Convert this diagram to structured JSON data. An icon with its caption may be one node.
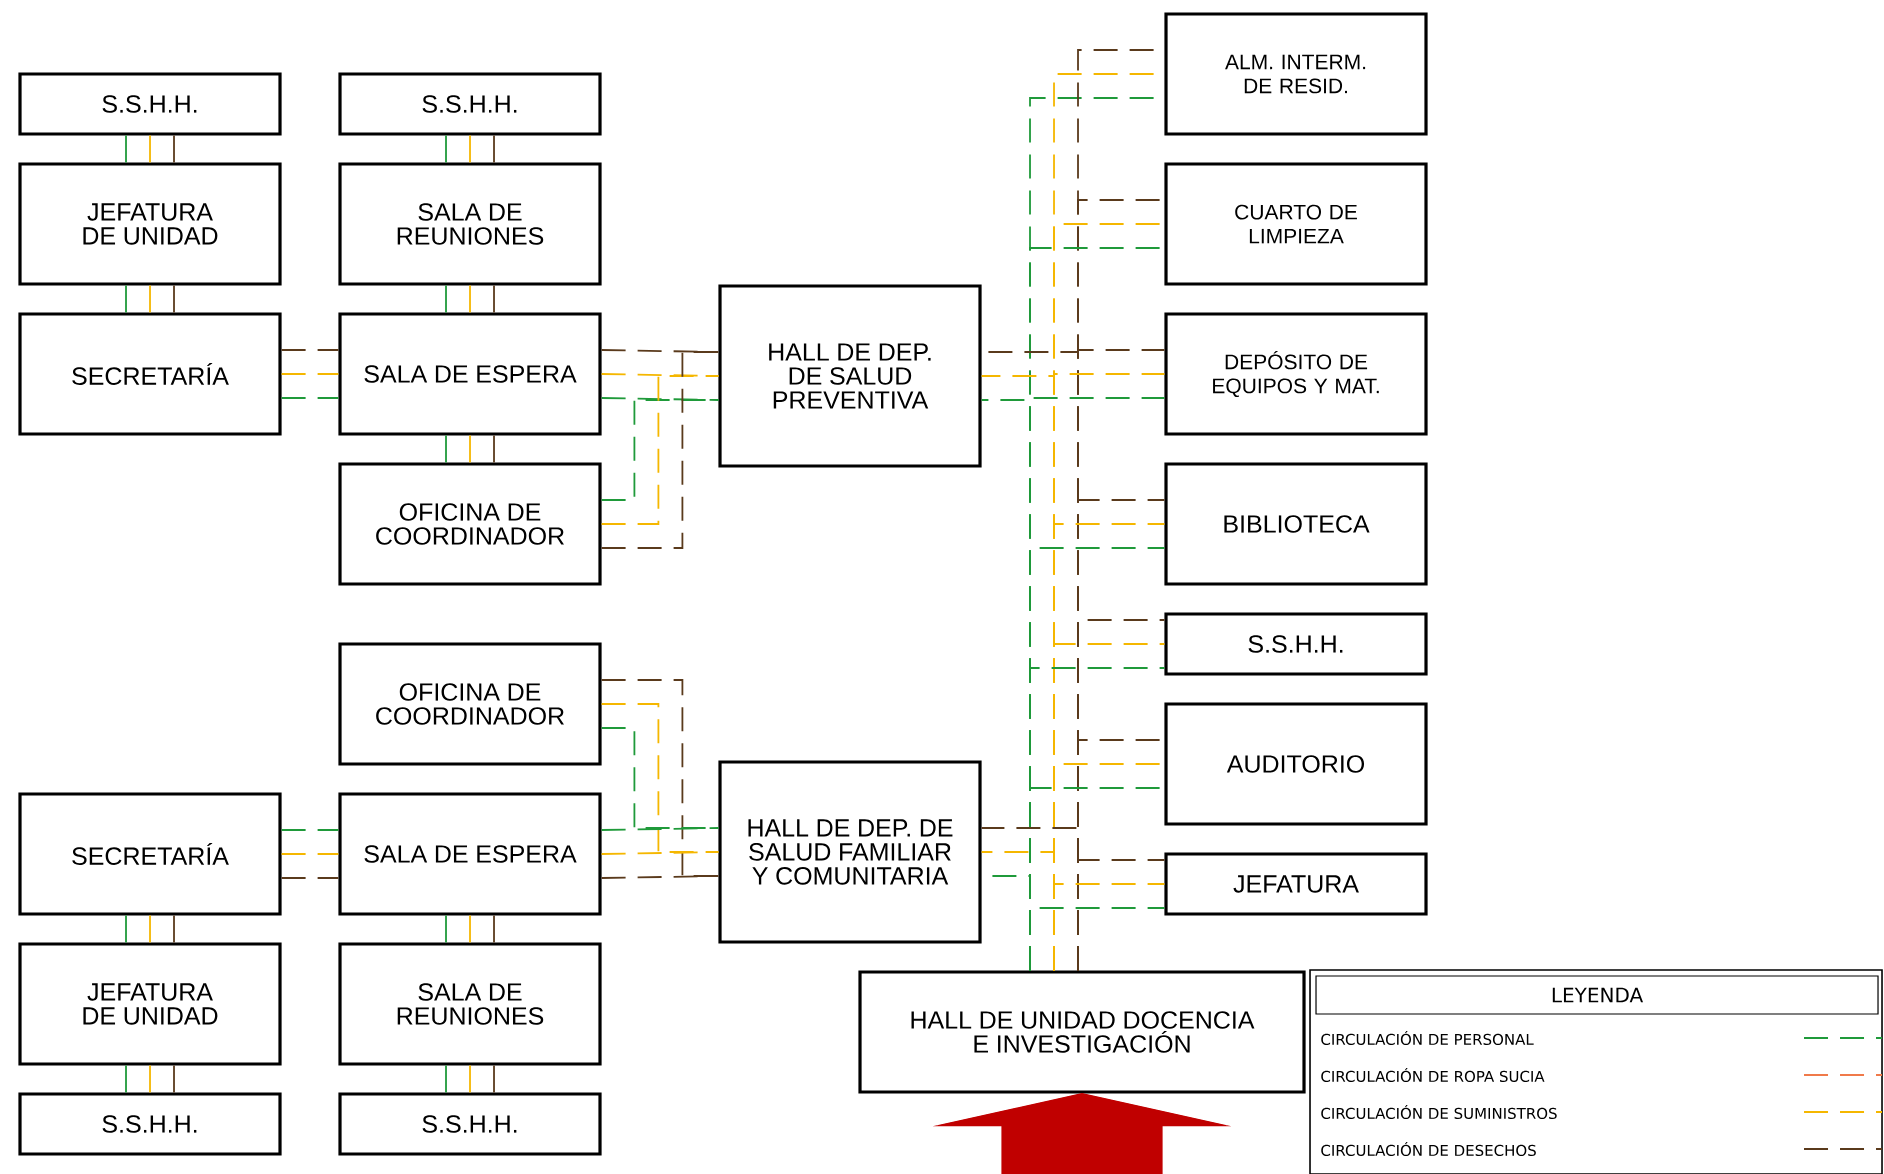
{
  "diagram": {
    "nodes": [
      {
        "text": [
          "S.S.H.H."
        ]
      },
      {
        "text": [
          "S.S.H.H."
        ]
      },
      {
        "text": [
          "JEFATURA DE UNIDAD"
        ]
      },
      {
        "text": [
          "SALA DE REUNIONES"
        ]
      },
      {
        "text": [
          "SECRETARÍA"
        ]
      },
      {
        "text": [
          "SALA DE ESPERA"
        ]
      },
      {
        "text": [
          "OFICINA DE COORDINADOR"
        ]
      },
      {
        "text": [
          "HALL DE DEP. DE SALUD PREVENTIVA"
        ]
      },
      {
        "text": [
          "ALM. INTERM. DE RESID."
        ]
      },
      {
        "text": [
          "CUARTO DE LIMPIEZA"
        ]
      },
      {
        "text": [
          "DEPÓSITO DE EQUIPOS Y MAT."
        ]
      },
      {
        "text": [
          "BIBLIOTECA"
        ]
      },
      {
        "text": [
          "S.S.H.H."
        ]
      },
      {
        "text": [
          "AUDITORIO"
        ]
      },
      {
        "text": [
          "JEFATURA"
        ]
      },
      {
        "text": [
          "OFICINA DE COORDINADOR"
        ]
      },
      {
        "text": [
          "HALL DE DEP. DE SALUD FAMILIAR Y COMUNITARIA"
        ]
      },
      {
        "text": [
          "SECRETARÍA"
        ]
      },
      {
        "text": [
          "SALA DE ESPERA"
        ]
      },
      {
        "text": [
          "JEFATURA DE UNIDAD"
        ]
      },
      {
        "text": [
          "SALA DE REUNIONES"
        ]
      },
      {
        "text": [
          "S.S.H.H."
        ]
      },
      {
        "text": [
          "S.S.H.H."
        ]
      },
      {
        "text": [
          "HALL DE UNIDAD DOCENCIA E INVESTIGACIÓN"
        ]
      }
    ],
    "edges": [
      {
        "from": 0,
        "to": 2,
        "arrow": "none",
        "color": "#1f9a3a"
      },
      {
        "from": 0,
        "to": 2,
        "arrow": "none",
        "color": "#f5b700"
      },
      {
        "from": 0,
        "to": 2,
        "arrow": "none",
        "color": "#5a3a1c"
      },
      {
        "from": 2,
        "to": 4,
        "arrow": "none",
        "color": "#1f9a3a"
      },
      {
        "from": 2,
        "to": 4,
        "arrow": "none",
        "color": "#f5b700"
      },
      {
        "from": 2,
        "to": 4,
        "arrow": "none",
        "color": "#5a3a1c"
      },
      {
        "from": 1,
        "to": 3,
        "arrow": "none",
        "color": "#1f9a3a"
      },
      {
        "from": 1,
        "to": 3,
        "arrow": "none",
        "color": "#f5b700"
      },
      {
        "from": 1,
        "to": 3,
        "arrow": "none",
        "color": "#5a3a1c"
      },
      {
        "from": 3,
        "to": 5,
        "arrow": "none",
        "color": "#1f9a3a"
      },
      {
        "from": 3,
        "to": 5,
        "arrow": "none",
        "color": "#f5b700"
      },
      {
        "from": 3,
        "to": 5,
        "arrow": "none",
        "color": "#5a3a1c"
      },
      {
        "from": 5,
        "to": 6,
        "arrow": "none",
        "color": "#1f9a3a"
      },
      {
        "from": 5,
        "to": 6,
        "arrow": "none",
        "color": "#f5b700"
      },
      {
        "from": 5,
        "to": 6,
        "arrow": "none",
        "color": "#5a3a1c"
      },
      {
        "from": 4,
        "to": 5,
        "arrow": "none",
        "style": "dashed",
        "color": "#5a3a1c"
      },
      {
        "from": 4,
        "to": 5,
        "arrow": "none",
        "style": "dashed",
        "color": "#f5b700"
      },
      {
        "from": 4,
        "to": 5,
        "arrow": "none",
        "style": "dashed",
        "color": "#1f9a3a"
      },
      {
        "from": 5,
        "to": 7,
        "arrow": "none",
        "style": "dashed",
        "color": "#5a3a1c"
      },
      {
        "from": 5,
        "to": 7,
        "arrow": "none",
        "style": "dashed",
        "color": "#f5b700"
      },
      {
        "from": 5,
        "to": 7,
        "arrow": "none",
        "style": "dashed",
        "color": "#1f9a3a"
      },
      {
        "from": 6,
        "to": 7,
        "arrow": "none",
        "style": "dashed",
        "color": "#1f9a3a"
      },
      {
        "from": 6,
        "to": 7,
        "arrow": "none",
        "style": "dashed",
        "color": "#f5b700"
      },
      {
        "from": 6,
        "to": 7,
        "arrow": "none",
        "style": "dashed",
        "color": "#5a3a1c"
      },
      {
        "from": 23,
        "to": 8,
        "arrow": "none",
        "style": "dashed",
        "color": "#1f9a3a"
      },
      {
        "from": 23,
        "to": 8,
        "arrow": "none",
        "style": "dashed",
        "color": "#f5b700"
      },
      {
        "from": 23,
        "to": 8,
        "arrow": "none",
        "style": "dashed",
        "color": "#5a3a1c"
      },
      {
        "from": 23,
        "to": 9,
        "arrow": "none",
        "style": "dashed",
        "color": "#5a3a1c"
      },
      {
        "from": 23,
        "to": 9,
        "arrow": "none",
        "style": "dashed",
        "color": "#f5b700"
      },
      {
        "from": 23,
        "to": 9,
        "arrow": "none",
        "style": "dashed",
        "color": "#1f9a3a"
      },
      {
        "from": 23,
        "to": 7,
        "arrow": "none",
        "style": "dashed",
        "color": "#5a3a1c"
      },
      {
        "from": 23,
        "to": 7,
        "arrow": "none",
        "style": "dashed",
        "color": "#f5b700"
      },
      {
        "from": 23,
        "to": 7,
        "arrow": "none",
        "style": "dashed",
        "color": "#1f9a3a"
      },
      {
        "from": 23,
        "to": 10,
        "arrow": "none",
        "style": "dashed",
        "color": "#5a3a1c"
      },
      {
        "from": 23,
        "to": 10,
        "arrow": "none",
        "style": "dashed",
        "color": "#f5b700"
      },
      {
        "from": 23,
        "to": 10,
        "arrow": "none",
        "style": "dashed",
        "color": "#1f9a3a"
      },
      {
        "from": 23,
        "to": 11,
        "arrow": "none",
        "style": "dashed",
        "color": "#5a3a1c"
      },
      {
        "from": 23,
        "to": 11,
        "arrow": "none",
        "style": "dashed",
        "color": "#f5b700"
      },
      {
        "from": 23,
        "to": 11,
        "arrow": "none",
        "style": "dashed",
        "color": "#1f9a3a"
      },
      {
        "from": 23,
        "to": 12,
        "arrow": "none",
        "style": "dashed",
        "color": "#5a3a1c"
      },
      {
        "from": 23,
        "to": 12,
        "arrow": "none",
        "style": "dashed",
        "color": "#f5b700"
      },
      {
        "from": 23,
        "to": 12,
        "arrow": "none",
        "style": "dashed",
        "color": "#1f9a3a"
      },
      {
        "from": 23,
        "to": 13,
        "arrow": "none",
        "style": "dashed",
        "color": "#5a3a1c"
      },
      {
        "from": 23,
        "to": 13,
        "arrow": "none",
        "style": "dashed",
        "color": "#f5b700"
      },
      {
        "from": 23,
        "to": 13,
        "arrow": "none",
        "style": "dashed",
        "color": "#1f9a3a"
      },
      {
        "from": 15,
        "to": 16,
        "arrow": "none",
        "style": "dashed",
        "color": "#5a3a1c"
      },
      {
        "from": 15,
        "to": 16,
        "arrow": "none",
        "style": "dashed",
        "color": "#f5b700"
      },
      {
        "from": 15,
        "to": 16,
        "arrow": "none",
        "style": "dashed",
        "color": "#1f9a3a"
      },
      {
        "from": 17,
        "to": 18,
        "arrow": "none",
        "style": "dashed",
        "color": "#1f9a3a"
      },
      {
        "from": 17,
        "to": 18,
        "arrow": "none",
        "style": "dashed",
        "color": "#f5b700"
      },
      {
        "from": 17,
        "to": 18,
        "arrow": "none",
        "style": "dashed",
        "color": "#5a3a1c"
      },
      {
        "from": 18,
        "to": 16,
        "arrow": "none",
        "style": "dashed",
        "color": "#1f9a3a"
      },
      {
        "from": 18,
        "to": 16,
        "arrow": "none",
        "style": "dashed",
        "color": "#f5b700"
      },
      {
        "from": 18,
        "to": 16,
        "arrow": "none",
        "style": "dashed",
        "color": "#5a3a1c"
      },
      {
        "from": 23,
        "to": 16,
        "arrow": "none",
        "style": "dashed",
        "color": "#5a3a1c"
      },
      {
        "from": 23,
        "to": 16,
        "arrow": "none",
        "style": "dashed",
        "color": "#f5b700"
      },
      {
        "from": 23,
        "to": 16,
        "arrow": "none",
        "style": "dashed",
        "color": "#1f9a3a"
      },
      {
        "from": 23,
        "to": 14,
        "arrow": "none",
        "style": "dashed",
        "color": "#5a3a1c"
      },
      {
        "from": 23,
        "to": 14,
        "arrow": "none",
        "style": "dashed",
        "color": "#f5b700"
      },
      {
        "from": 23,
        "to": 14,
        "arrow": "none",
        "style": "dashed",
        "color": "#1f9a3a"
      },
      {
        "from": 17,
        "to": 19,
        "arrow": "none",
        "color": "#1f9a3a"
      },
      {
        "from": 17,
        "to": 19,
        "arrow": "none",
        "color": "#f5b700"
      },
      {
        "from": 17,
        "to": 19,
        "arrow": "none",
        "color": "#5a3a1c"
      },
      {
        "from": 18,
        "to": 20,
        "arrow": "none",
        "color": "#1f9a3a"
      },
      {
        "from": 18,
        "to": 20,
        "arrow": "none",
        "color": "#f5b700"
      },
      {
        "from": 18,
        "to": 20,
        "arrow": "none",
        "color": "#5a3a1c"
      },
      {
        "from": 19,
        "to": 21,
        "arrow": "none",
        "color": "#1f9a3a"
      },
      {
        "from": 19,
        "to": 21,
        "arrow": "none",
        "color": "#f5b700"
      },
      {
        "from": 19,
        "to": 21,
        "arrow": "none",
        "color": "#5a3a1c"
      },
      {
        "from": 20,
        "to": 22,
        "arrow": "none",
        "color": "#1f9a3a"
      },
      {
        "from": 20,
        "to": 22,
        "arrow": "none",
        "color": "#f5b700"
      },
      {
        "from": 20,
        "to": 22,
        "arrow": "none",
        "color": "#5a3a1c"
      },
      {
        "from": null,
        "to": 23,
        "arrow": "to",
        "style": "thick",
        "color": "#c00000"
      }
    ],
    "labels": [
      "LEYENDA"
    ],
    "legend": [
      {
        "text": "CIRCULACIÓN DE PERSONAL"
      },
      {
        "text": "CIRCULACIÓN DE ROPA SUCIA"
      },
      {
        "text": "CIRCULACIÓN DE SUMINISTROS"
      },
      {
        "text": "CIRCULACIÓN DE DESECHOS"
      }
    ]
  }
}
